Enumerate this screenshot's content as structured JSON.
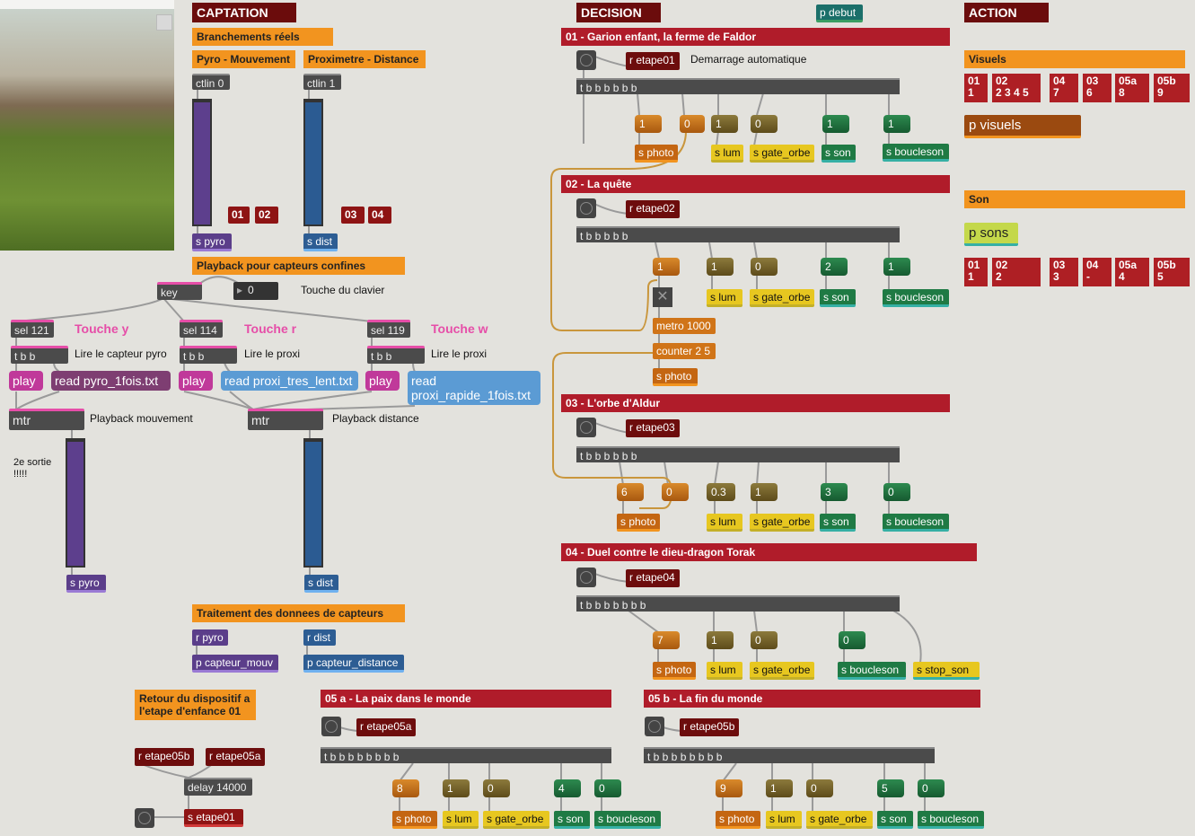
{
  "sections": {
    "captation": "CAPTATION",
    "decision": "DECISION",
    "action": "ACTION",
    "p_debut": "p debut"
  },
  "captation": {
    "branchements": "Branchements réels",
    "pyro_title": "Pyro - Mouvement",
    "proxi_title": "Proximetre - Distance",
    "ctlin0": "ctlin 0",
    "ctlin1": "ctlin 1",
    "btn01": "01",
    "btn02": "02",
    "btn03": "03",
    "btn04": "04",
    "s_pyro": "s pyro",
    "s_dist": "s dist",
    "playback_title": "Playback pour capteurs confines",
    "key": "key",
    "key_num": "0",
    "key_comment": "Touche du clavier",
    "sel121": "sel 121",
    "sel114": "sel 114",
    "sel119": "sel 119",
    "touche_y": "Touche y",
    "touche_r": "Touche r",
    "touche_w": "Touche w",
    "tbb": "t b b",
    "lire_pyro": "Lire le capteur pyro",
    "lire_proxi": "Lire le proxi",
    "play": "play",
    "read_pyro": "read pyro_1fois.txt",
    "read_proxi_lent": "read proxi_tres_lent.txt",
    "read_proxi_rapide": "read\nproxi_rapide_1fois.txt",
    "mtr": "mtr",
    "playback_mouv": "Playback mouvement",
    "playback_dist": "Playback distance",
    "second_sortie": "2e sortie\n!!!!!",
    "traitement_title": "Traitement des donnees de capteurs",
    "r_pyro": "r pyro",
    "r_dist": "r dist",
    "p_capteur_mouv": "p capteur_mouv",
    "p_capteur_distance": "p capteur_distance",
    "retour_title": "Retour du dispositif a\nl'etape d'enfance 01",
    "r_etape05b": "r etape05b",
    "r_etape05a": "r etape05a",
    "delay": "delay 14000",
    "s_etape01": "s etape01"
  },
  "decision": {
    "etape01": {
      "title": "01 - Garion enfant, la ferme de Faldor",
      "receive": "r etape01",
      "comment": "Demarrage automatique",
      "trigger": "t b b b b b b",
      "nums": [
        "1",
        "0",
        "1",
        "0",
        "1",
        "1"
      ],
      "sends": [
        "s photo",
        "s lum",
        "s gate_orbe",
        "s son",
        "s boucleson"
      ]
    },
    "etape02": {
      "title": "02 - La quête",
      "receive": "r etape02",
      "trigger": "t b b b b b",
      "nums": [
        "1",
        "1",
        "0",
        "2",
        "1"
      ],
      "sends": [
        "s lum",
        "s gate_orbe",
        "s son",
        "s boucleson"
      ],
      "metro": "metro 1000",
      "counter": "counter 2 5",
      "s_photo": "s photo"
    },
    "etape03": {
      "title": "03 - L'orbe d'Aldur",
      "receive": "r etape03",
      "trigger": "t b b b b b b",
      "nums": [
        "6",
        "0",
        "0.3",
        "1",
        "3",
        "0"
      ],
      "sends": [
        "s photo",
        "s lum",
        "s gate_orbe",
        "s son",
        "s boucleson"
      ]
    },
    "etape04": {
      "title": "04 - Duel contre le dieu-dragon Torak",
      "receive": "r etape04",
      "trigger": "t b b b b b b b",
      "nums": [
        "7",
        "1",
        "0",
        "0"
      ],
      "sends": [
        "s photo",
        "s lum",
        "s gate_orbe",
        "s boucleson",
        "s stop_son"
      ]
    },
    "etape05a": {
      "title": "05 a - La paix dans le monde",
      "receive": "r etape05a",
      "trigger": "t b b b b b b b b",
      "nums": [
        "8",
        "1",
        "0",
        "4",
        "0"
      ],
      "sends": [
        "s photo",
        "s lum",
        "s gate_orbe",
        "s son",
        "s boucleson"
      ]
    },
    "etape05b": {
      "title": "05 b - La fin du monde",
      "receive": "r etape05b",
      "trigger": "t b b b b b b b b",
      "nums": [
        "9",
        "1",
        "0",
        "5",
        "0"
      ],
      "sends": [
        "s photo",
        "s lum",
        "s gate_orbe",
        "s son",
        "s boucleson"
      ]
    }
  },
  "action": {
    "visuels": "Visuels",
    "visuels_msgs": [
      "01\n1",
      "02\n2 3 4 5",
      "04\n7",
      "03\n6",
      "05a\n8",
      "05b\n9"
    ],
    "p_visuels": "p visuels",
    "son": "Son",
    "p_sons": "p sons",
    "son_msgs": [
      "01\n1",
      "02\n2",
      "03\n3",
      "04\n-",
      "05a\n4",
      "05b\n5"
    ]
  }
}
